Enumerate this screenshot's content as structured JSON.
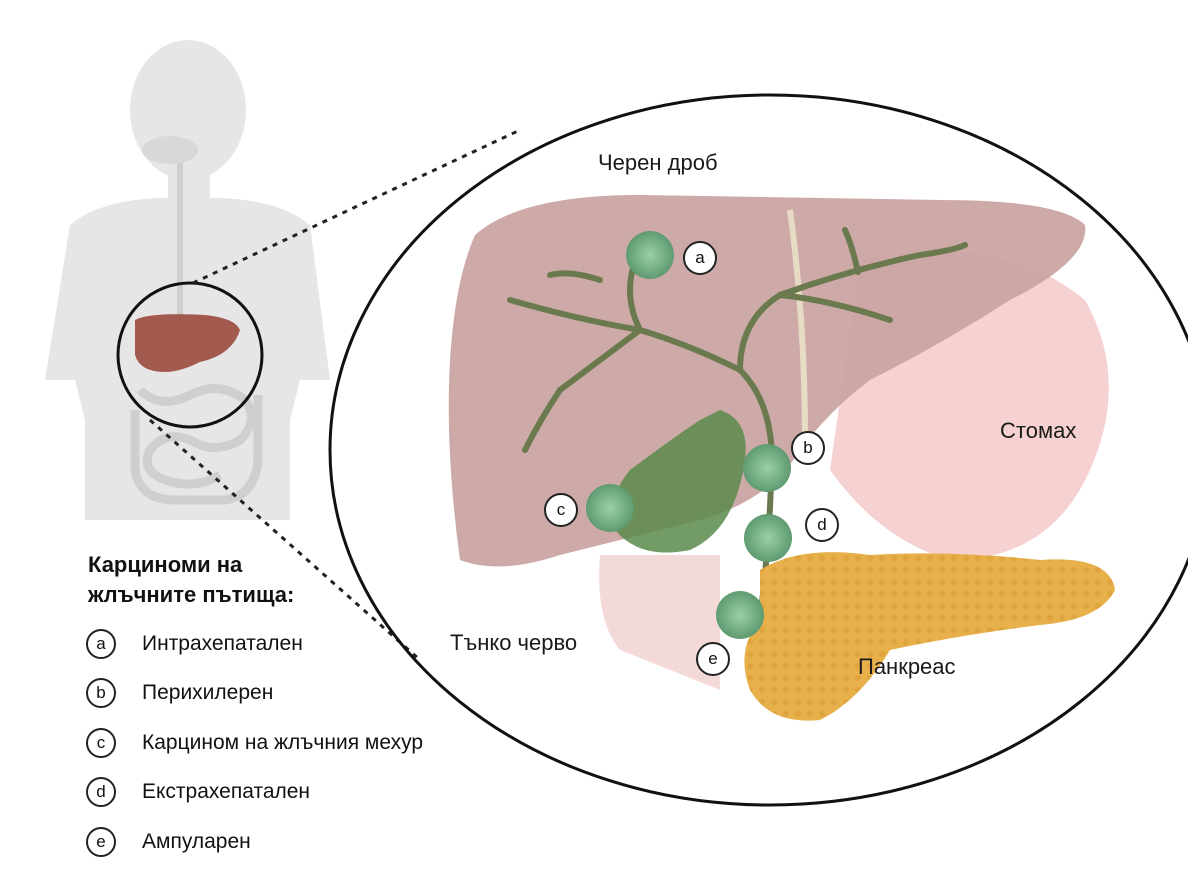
{
  "organs": {
    "liver": "Черен дроб",
    "stomach": "Стомах",
    "small_intestine": "Тънко черво",
    "pancreas": "Панкреас"
  },
  "markers": [
    "a",
    "b",
    "c",
    "d",
    "e"
  ],
  "legend": {
    "title": "Карциноми на\nжлъчните пътища:",
    "items": [
      {
        "key": "a",
        "label": "Интрахепатален"
      },
      {
        "key": "b",
        "label": "Перихилерен"
      },
      {
        "key": "c",
        "label": "Карцином на жлъчния мехур"
      },
      {
        "key": "d",
        "label": "Екстрахепатален"
      },
      {
        "key": "e",
        "label": "Ампуларен"
      }
    ]
  },
  "colors": {
    "liver": "#c9a3a1",
    "gallbladder": "#5a8a4a",
    "ducts": "#6a7a4e",
    "tumor": "#7fb58f",
    "pancreas": "#e8b04a",
    "stomach": "#f3c6c6",
    "body_silhouette": "#e6e6e6"
  }
}
